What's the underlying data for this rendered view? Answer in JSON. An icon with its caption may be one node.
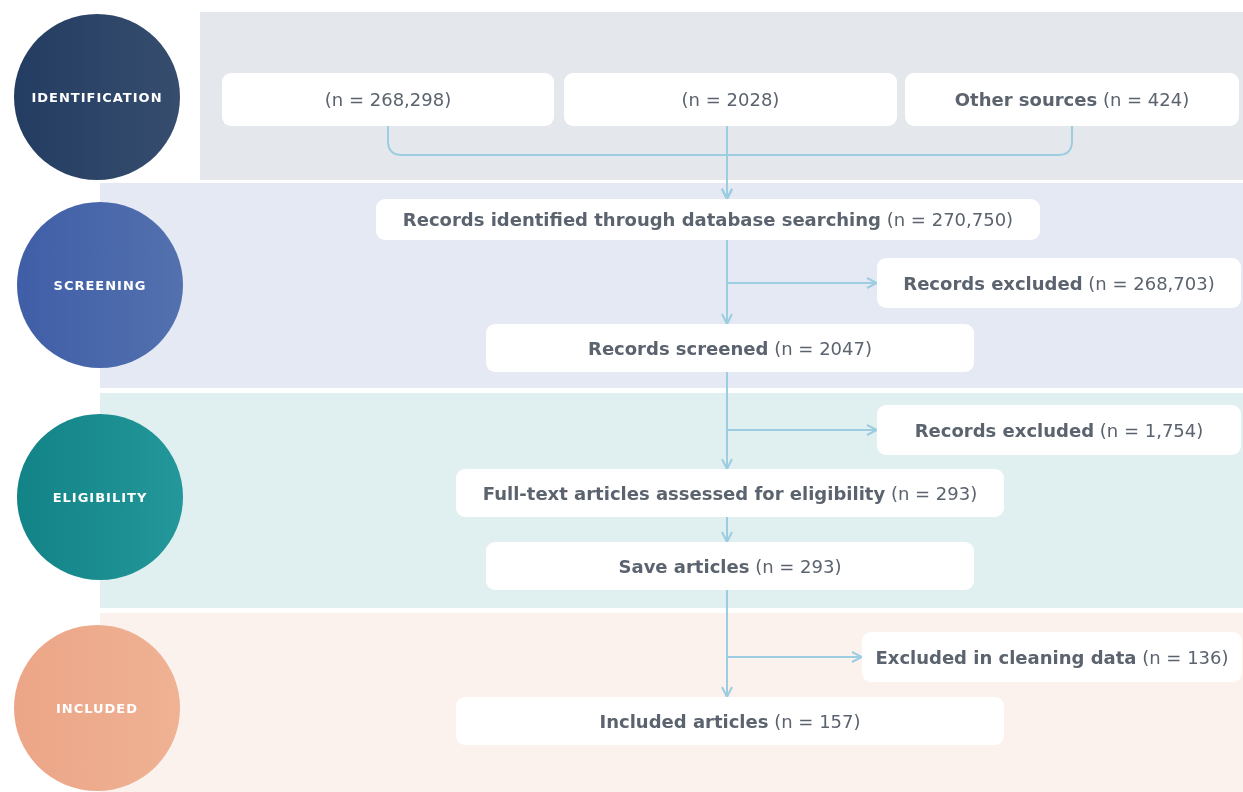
{
  "diagram": {
    "nodes": [
      {
        "text": [
          "IDENTIFICATION"
        ]
      },
      {
        "text": [
          "(n = 268,298)"
        ]
      },
      {
        "text": [
          "(n = 2028)"
        ]
      },
      {
        "text": [
          "**Other sources** (n = 424)"
        ]
      },
      {
        "text": [
          "SCREENING"
        ]
      },
      {
        "text": [
          "**Records identified through database searching** (n = 270,750)"
        ]
      },
      {
        "text": [
          "**Records excluded** (n = 268,703)"
        ]
      },
      {
        "text": [
          "**Records screened** (n = 2047)"
        ]
      },
      {
        "text": [
          "ELIGIBILITY"
        ]
      },
      {
        "text": [
          "**Records excluded** (n = 1,754)"
        ]
      },
      {
        "text": [
          "**Full-text articles assessed for eligibility** (n = 293)"
        ]
      },
      {
        "text": [
          "**Save articles** (n = 293)"
        ]
      },
      {
        "text": [
          "INCLUDED"
        ]
      },
      {
        "text": [
          "**Excluded in cleaning data** (n = 136)"
        ]
      },
      {
        "text": [
          "**Included articles** (n = 157)"
        ]
      }
    ],
    "edges": [
      {
        "from": 1,
        "to": 5,
        "arrow": "to"
      },
      {
        "from": 2,
        "to": 5,
        "arrow": "to"
      },
      {
        "from": 3,
        "to": 5,
        "arrow": "to"
      },
      {
        "from": 5,
        "to": 6,
        "arrow": "to"
      },
      {
        "from": 5,
        "to": 7,
        "arrow": "to"
      },
      {
        "from": 7,
        "to": 9,
        "arrow": "to"
      },
      {
        "from": 7,
        "to": 10,
        "arrow": "to"
      },
      {
        "from": 10,
        "to": 11,
        "arrow": "to"
      },
      {
        "from": 11,
        "to": 13,
        "arrow": "to"
      },
      {
        "from": 11,
        "to": 14,
        "arrow": "to"
      }
    ]
  }
}
